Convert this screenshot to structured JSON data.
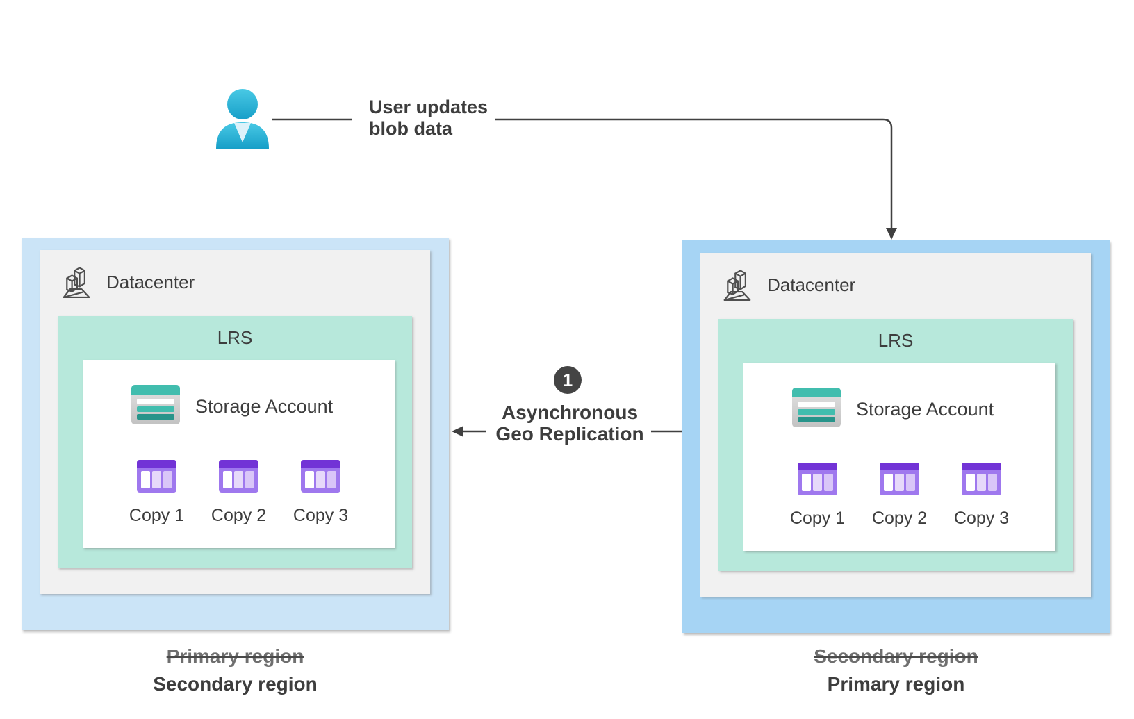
{
  "user_flow": {
    "label_line1": "User updates",
    "label_line2": "blob data"
  },
  "replication": {
    "step_badge": "1",
    "label_line1": "Asynchronous",
    "label_line2": "Geo Replication"
  },
  "regions": [
    {
      "datacenter_label": "Datacenter",
      "redundancy_label": "LRS",
      "storage_label": "Storage Account",
      "copies": [
        "Copy 1",
        "Copy 2",
        "Copy 3"
      ],
      "previous_role": "Primary region",
      "current_role": "Secondary region"
    },
    {
      "datacenter_label": "Datacenter",
      "redundancy_label": "LRS",
      "storage_label": "Storage Account",
      "copies": [
        "Copy 1",
        "Copy 2",
        "Copy 3"
      ],
      "previous_role": "Secondary region",
      "current_role": "Primary region"
    }
  ],
  "icons": {
    "user": "person-icon",
    "datacenter": "datacenter-building-icon",
    "storage": "storage-account-icon",
    "copy": "table-icon",
    "step": "numbered-circle-badge",
    "connectors": "arrow-lines"
  },
  "colors": {
    "region_left_fill": "#cbe4f7",
    "region_right_fill": "#a6d4f4",
    "datacenter_fill": "#f1f1f1",
    "lrs_fill": "#b7e8db",
    "panel_fill": "#ffffff",
    "line": "#404040",
    "text": "#3d3d3d",
    "strike_text": "#6f6f6f",
    "strike_line": "#4a4a4a",
    "badge_fill": "#444444",
    "storage_teal": "#41bdae",
    "storage_teal_dark": "#27948a",
    "copy_purple": "#9f78ee",
    "copy_purple_dark": "#7233d6",
    "person_cyan": "#29b4d8"
  }
}
